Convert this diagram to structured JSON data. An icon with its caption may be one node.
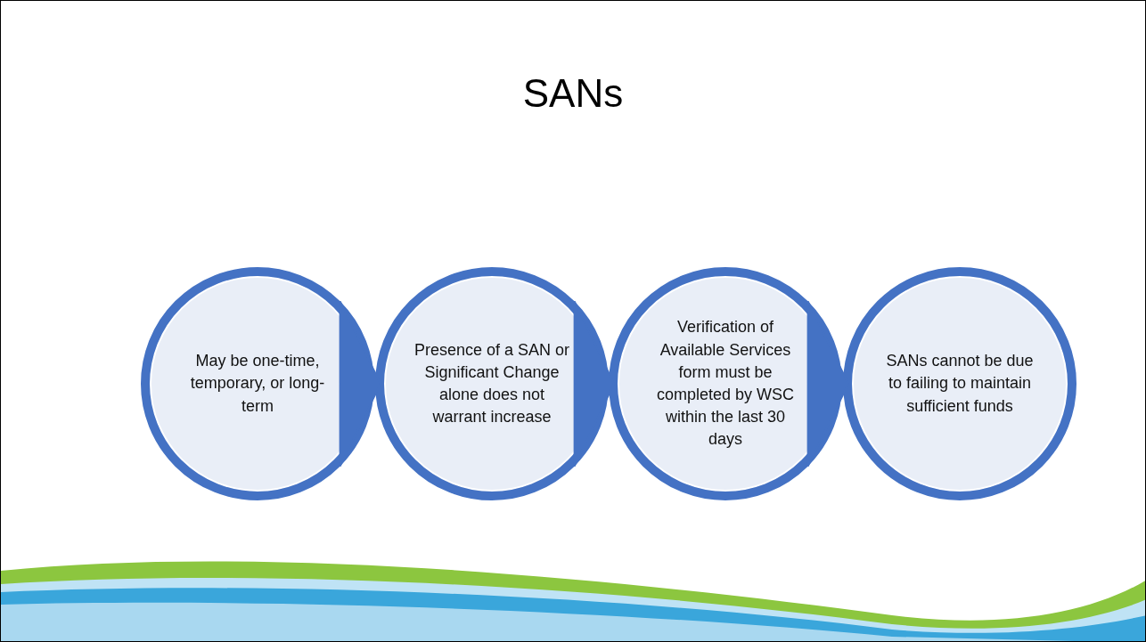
{
  "diagram": {
    "title": "SANs",
    "nodes": [
      {
        "text": [
          "May be one-time, temporary, or long-term"
        ]
      },
      {
        "text": [
          "Presence of a SAN or Significant Change alone does not warrant increase"
        ]
      },
      {
        "text": [
          "Verification of Available Services form must be completed by WSC within the last 30 days"
        ]
      },
      {
        "text": [
          "SANs cannot be due to failing to maintain sufficient funds"
        ]
      }
    ],
    "edges": [
      {
        "from": 0,
        "to": 1,
        "arrow": "to"
      },
      {
        "from": 1,
        "to": 2,
        "arrow": "to"
      },
      {
        "from": 2,
        "to": 3,
        "arrow": "to"
      }
    ]
  }
}
